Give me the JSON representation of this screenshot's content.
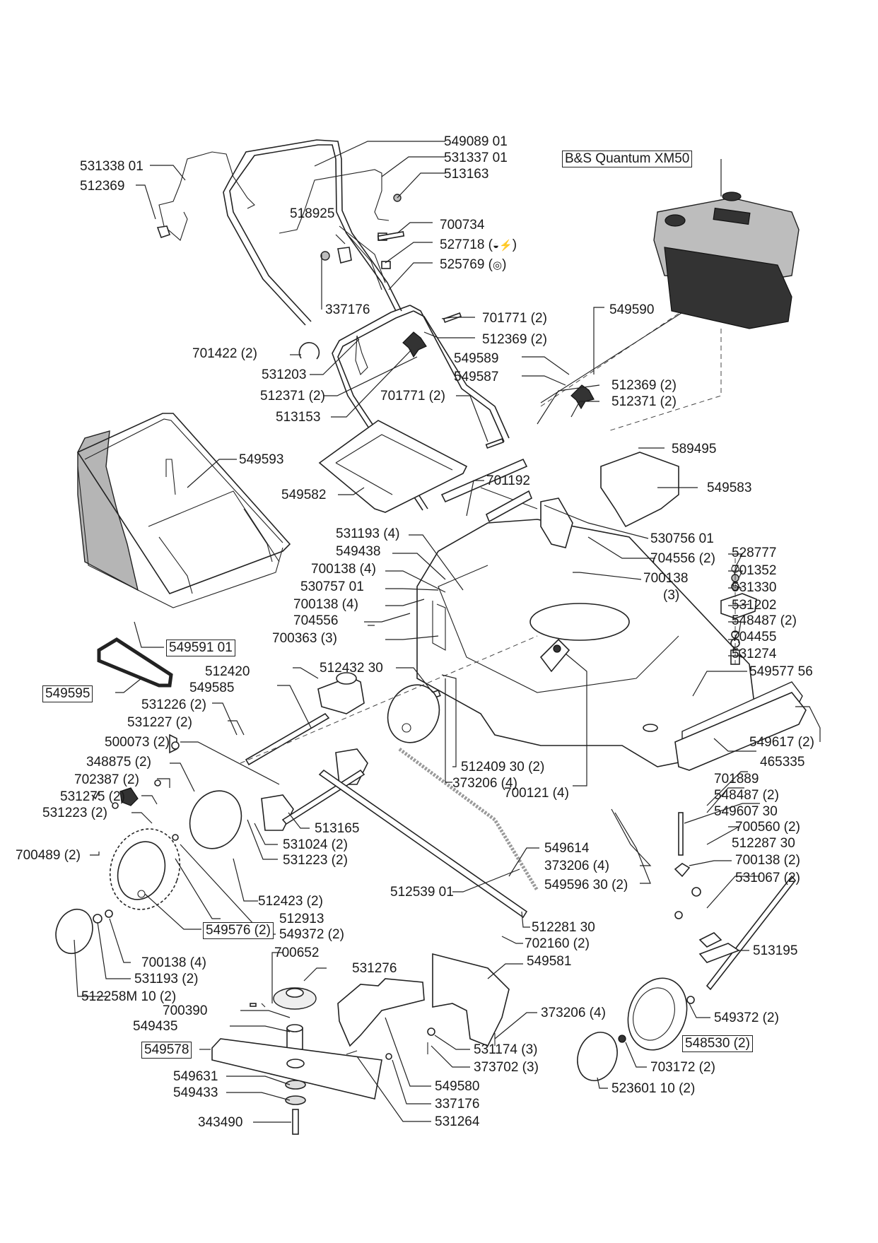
{
  "title": "Lawn mower exploded parts diagram",
  "engine": {
    "label": "B&S Quantum XM50"
  },
  "icons": {
    "primer_icon": "engine-primer-icon",
    "choke_icon": "engine-choke-icon"
  },
  "labels": {
    "l549089": "549089 01",
    "l531337": "531337 01",
    "l513163": "513163",
    "l531338": "531338 01",
    "l512369a": "512369",
    "l518925": "518925",
    "l700734": "700734",
    "l527718": "527718 (",
    "l525769": "525769 (",
    "l337176a": "337176",
    "l701771a": "701771 (2)",
    "l512369b": "512369 (2)",
    "l549590": "549590",
    "l701422": "701422 (2)",
    "l549589": "549589",
    "l531203": "531203",
    "l549587": "549587",
    "l512369c": "512369 (2)",
    "l512371a": "512371 (2)",
    "l701771b": "701771 (2)",
    "l512371b": "512371 (2)",
    "l513153": "513153",
    "l589495": "589495",
    "l549593": "549593",
    "l701192": "701192",
    "l549582": "549582",
    "l549583": "549583",
    "l531193a": "531193 (4)",
    "l530756": "530756 01",
    "l549438": "549438",
    "l704556a": "704556 (2)",
    "l528777": "528777",
    "l700138a": "700138 (4)",
    "l700138b": "700138",
    "l700138b2": "(3)",
    "l701352": "701352",
    "l530757": "530757 01",
    "l531330": "531330",
    "l700138c": "700138 (4)",
    "l531202": "531202",
    "l704556b": "704556",
    "l548487a": "548487 (2)",
    "l700363": "700363 (3)",
    "l704455": "704455",
    "l549591": "549591 01",
    "l531274": "531274",
    "l512420": "512420",
    "l512432": "512432 30",
    "l549577": "549577 56",
    "l549595": "549595",
    "l549585": "549585",
    "l531226": "531226 (2)",
    "l531227": "531227 (2)",
    "l549617": "549617 (2)",
    "l500073": "500073 (2)",
    "l512409": "512409 30 (2)",
    "l465335": "465335",
    "l348875": "348875 (2)",
    "l373206a": "373206 (4)",
    "l701889": "701889",
    "l702387": "702387 (2)",
    "l700121": "700121 (4)",
    "l548487b": "548487 (2)",
    "l531275": "531275 (2)",
    "l549607": "549607 30",
    "l531223a": "531223 (2)",
    "l513165": "513165",
    "l700560": "700560 (2)",
    "l531024": "531024 (2)",
    "l512287": "512287 30",
    "l700489": "700489 (2)",
    "l531223b": "531223 (2)",
    "l549614": "549614",
    "l700138d": "700138 (2)",
    "l373206b": "373206 (4)",
    "l531067": "531067 (2)",
    "l512539": "512539 01",
    "l549596": "549596 30 (2)",
    "l512423": "512423 (2)",
    "l512913": "512913",
    "l549372a": "549372 (2)",
    "l512281": "512281 30",
    "l549576": "549576 (2)",
    "l702160": "702160 (2)",
    "l513195": "513195",
    "l700138e": "700138 (4)",
    "l700652": "700652",
    "l549581": "549581",
    "l531193b": "531193 (2)",
    "l531276": "531276",
    "l512258": "512258M 10 (2)",
    "l373206c": "373206 (4)",
    "l700390": "700390",
    "l549372b": "549372 (2)",
    "l549435": "549435",
    "l531174": "531174 (3)",
    "l548530": "548530 (2)",
    "l549578": "549578",
    "l373702": "373702 (3)",
    "l703172": "703172 (2)",
    "l549631": "549631",
    "l549580": "549580",
    "l523601": "523601 10 (2)",
    "l549433": "549433",
    "l337176b": "337176",
    "l343490": "343490",
    "l531264": "531264"
  }
}
